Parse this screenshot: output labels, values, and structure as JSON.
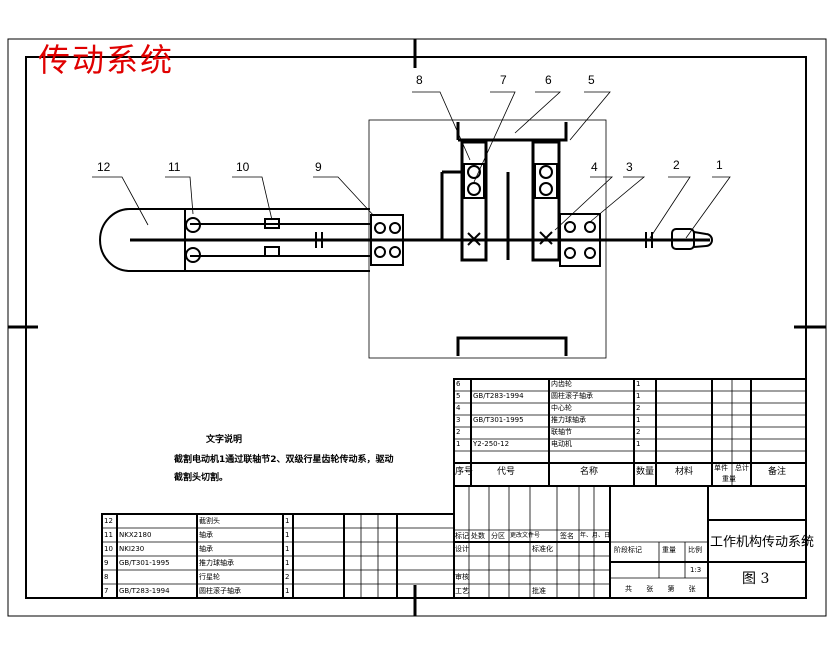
{
  "title": "传动系统",
  "callouts": [
    "1",
    "2",
    "3",
    "4",
    "5",
    "6",
    "7",
    "8",
    "9",
    "10",
    "11",
    "12"
  ],
  "notes": {
    "heading": "文字说明",
    "line1": "截割电动机1通过联轴节2、双级行星齿轮传动系，驱动",
    "line2": "截割头切割。"
  },
  "parts_upper": [
    {
      "no": "6",
      "code": "",
      "name": "内齿轮",
      "qty": "1"
    },
    {
      "no": "5",
      "code": "GB/T283-1994",
      "name": "圆柱滚子轴承",
      "qty": "1"
    },
    {
      "no": "4",
      "code": "",
      "name": "中心轮",
      "qty": "2"
    },
    {
      "no": "3",
      "code": "GB/T301-1995",
      "name": "推力球轴承",
      "qty": "1"
    },
    {
      "no": "2",
      "code": "",
      "name": "联轴节",
      "qty": "2"
    },
    {
      "no": "1",
      "code": "Y2-250-12",
      "name": "电动机",
      "qty": "1"
    }
  ],
  "parts_lower": [
    {
      "no": "12",
      "code": "",
      "name": "截割头",
      "qty": "1"
    },
    {
      "no": "11",
      "code": "NKX2180",
      "name": "轴承",
      "qty": "1"
    },
    {
      "no": "10",
      "code": "NKI230",
      "name": "轴承",
      "qty": "1"
    },
    {
      "no": "9",
      "code": "GB/T301-1995",
      "name": "推力球轴承",
      "qty": "1"
    },
    {
      "no": "8",
      "code": "",
      "name": "行星轮",
      "qty": "2"
    },
    {
      "no": "7",
      "code": "GB/T283-1994",
      "name": "圆柱滚子轴承",
      "qty": "1"
    }
  ],
  "header": {
    "seq": "序号",
    "code": "代号",
    "name": "名称",
    "qty": "数量",
    "material": "材料",
    "single": "单件",
    "total": "总计",
    "weight": "重量",
    "remark": "备注"
  },
  "title_block": {
    "drawing_name": "工作机构传动系统",
    "figure": "图 3",
    "scale": "1:3",
    "stage_mark": "阶段标记",
    "weight": "重量",
    "scale_label": "比例",
    "sheet": "共 张 第 张",
    "rev_labels": [
      "标记",
      "处数",
      "分区",
      "更改文件号",
      "签名",
      "年、月、日"
    ],
    "design": "设计",
    "std": "标准化",
    "check": "审核",
    "process": "工艺",
    "approve": "批准"
  }
}
